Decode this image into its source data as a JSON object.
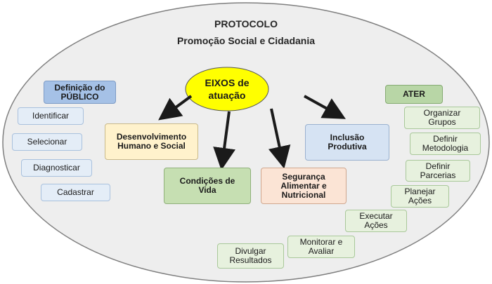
{
  "header": {
    "title": "PROTOCOLO",
    "subtitle": "Promoção Social e Cidadania"
  },
  "hub": {
    "line1": "EIXOS de",
    "line2": "atuação"
  },
  "axes": {
    "desenvolvimento": [
      "Desenvolvimento",
      "Humano e Social"
    ],
    "condicoes": [
      "Condições de",
      "Vida"
    ],
    "seguranca": [
      "Segurança",
      "Alimentar e",
      "Nutricional"
    ],
    "inclusao": [
      "Inclusão",
      "Produtiva"
    ]
  },
  "publico": {
    "header": [
      "Definição do",
      "PÚBLICO"
    ],
    "steps": [
      "Identificar",
      "Selecionar",
      "Diagnosticar",
      "Cadastrar"
    ]
  },
  "ater": {
    "header": "ATER",
    "steps": [
      [
        "Organizar",
        "Grupos"
      ],
      [
        "Definir",
        "Metodologia"
      ],
      [
        "Definir",
        "Parcerias"
      ],
      [
        "Planejar",
        "Ações"
      ],
      [
        "Executar",
        "Ações"
      ],
      [
        "Monitorar e",
        "Avaliar"
      ],
      [
        "Divulgar",
        "Resultados"
      ]
    ]
  },
  "colors": {
    "outer_ellipse_fill": "#eeeeee",
    "hub_fill": "#ffff00",
    "desenvolvimento_fill": "#fff2cc",
    "condicoes_fill": "#c6dfb2",
    "seguranca_fill": "#fbe4d5",
    "inclusao_fill": "#d6e3f3",
    "publico_header_fill": "#a5c1e6",
    "ater_header_fill": "#b8d6a6",
    "arrow": "#1a1a1a"
  }
}
